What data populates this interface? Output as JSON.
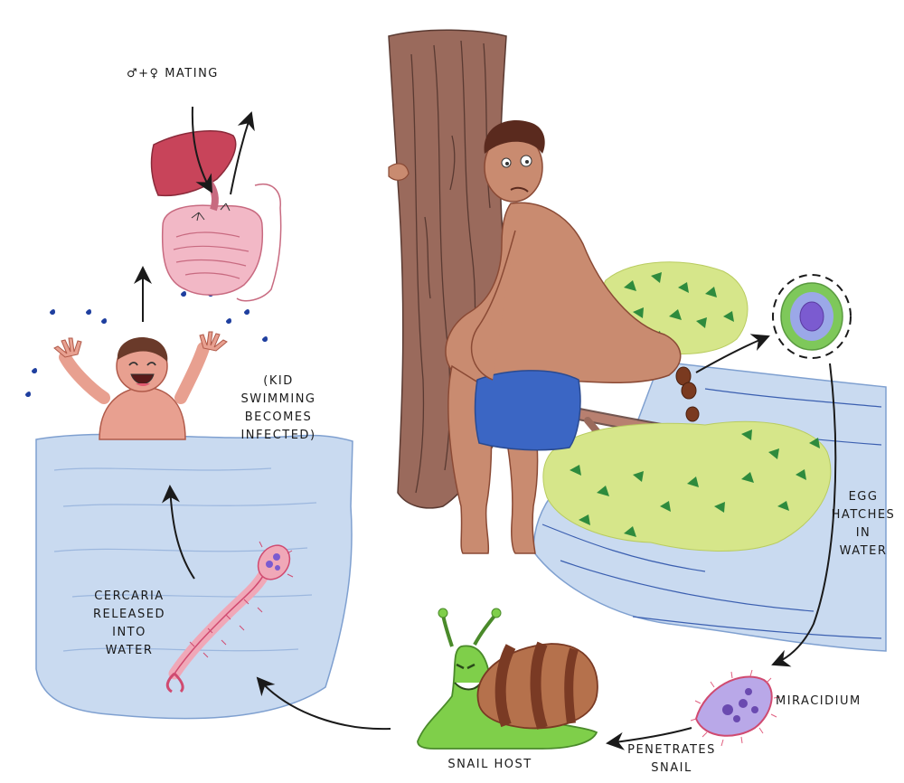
{
  "labels": {
    "mating": "♂+♀ MATING",
    "kid_line1": "(KID",
    "kid_line2": "SWIMMING",
    "kid_line3": "BECOMES",
    "kid_line4": "INFECTED)",
    "egg_line1": "EGG",
    "egg_line2": "HATCHES",
    "egg_line3": "IN",
    "egg_line4": "WATER",
    "miracidium": "MIRACIDIUM",
    "penetrates_line1": "PENETRATES",
    "penetrates_line2": "SNAIL",
    "snail_host": "SNAIL HOST",
    "cercaria_line1": "CERCARIA",
    "cercaria_line2": "RELEASED",
    "cercaria_line3": "INTO",
    "cercaria_line4": "WATER"
  },
  "colors": {
    "water": "#c9daf0",
    "water_line": "#7fa0d0",
    "skin": "#c98b70",
    "skin_dark": "#8a4a35",
    "tree": "#9a6a5c",
    "shorts": "#3b66c4",
    "bush": "#d6e68a",
    "leaf": "#2e8b3d",
    "liver": "#c8445a",
    "intestine": "#f2b8c6",
    "snail_body": "#7fcf4a",
    "snail_shell": "#b5714c",
    "shell_band": "#7a3a24",
    "egg_outer": "#7ec85a",
    "egg_inner": "#7b5bd0",
    "cercaria": "#f0a8b8",
    "arrow": "#1a1a1a"
  },
  "icons": [
    "liver-icon",
    "intestine-icon",
    "egg-icon",
    "miracidium-icon",
    "snail-icon",
    "cercaria-icon",
    "child-swimmer-icon",
    "man-squatting-icon",
    "tree-icon"
  ]
}
